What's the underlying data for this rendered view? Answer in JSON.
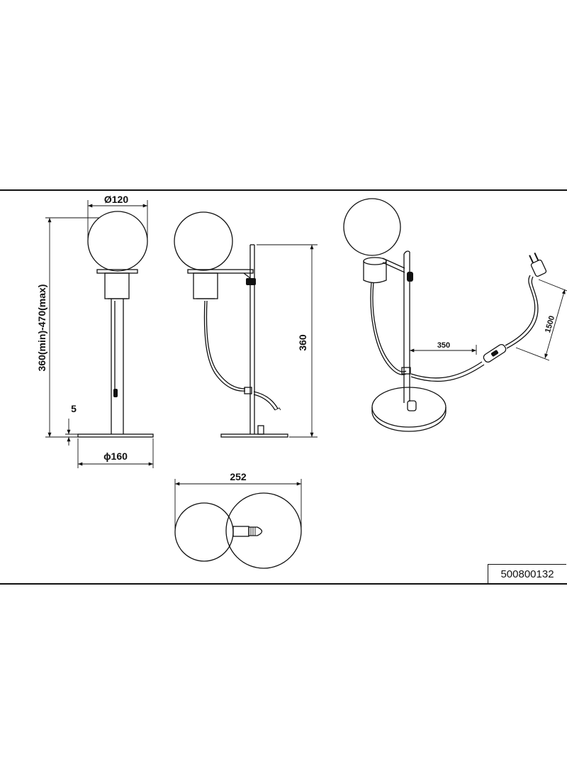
{
  "drawing": {
    "dimensions": {
      "shade_diameter": "Ø120",
      "overall_height_range": "360(min)-470(max)",
      "base_thickness": "5",
      "base_diameter": "ϕ160",
      "side_height": "360",
      "arm_reach": "350",
      "cable_length": "1500",
      "top_width": "252"
    },
    "article_number": "500800132"
  }
}
